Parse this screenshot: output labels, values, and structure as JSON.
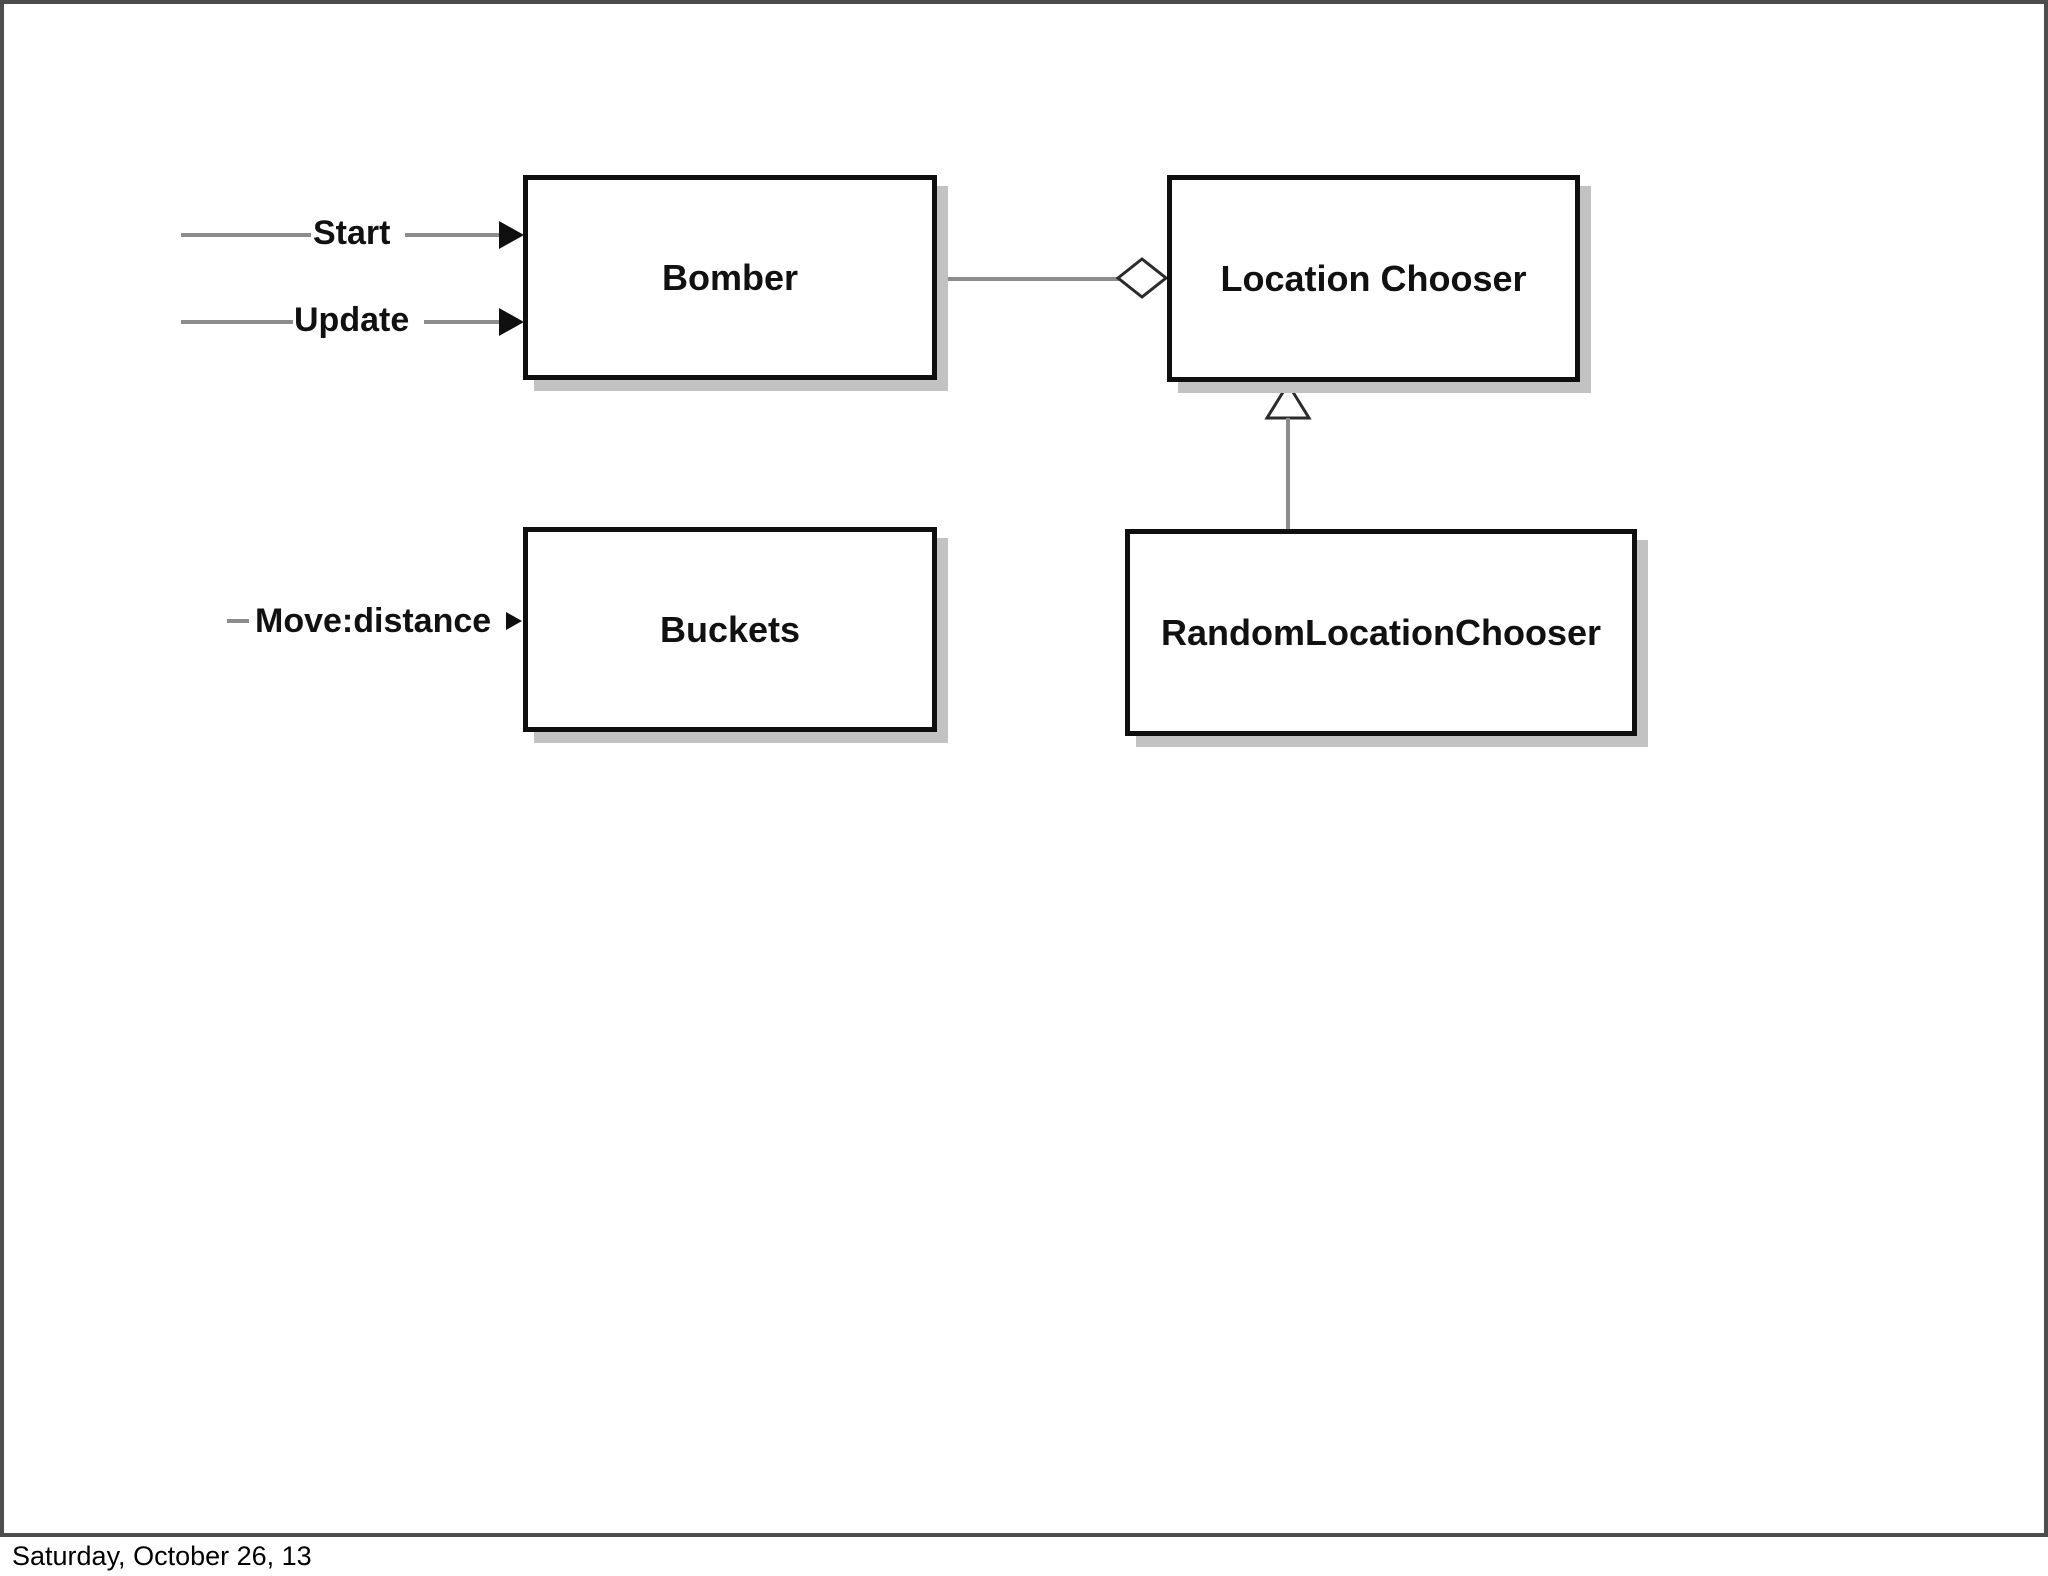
{
  "page": {
    "background_color": "#ffffff",
    "frame_border_color": "#4d4d4d"
  },
  "diagram": {
    "nodes": [
      {
        "id": "bomber",
        "label": "Bomber"
      },
      {
        "id": "location-chooser",
        "label": "Location Chooser"
      },
      {
        "id": "buckets",
        "label": "Buckets"
      },
      {
        "id": "random-location-chooser",
        "label": "RandomLocationChooser"
      }
    ],
    "edges": {
      "start_label": "Start",
      "update_label": "Update",
      "move_label": "Move:distance",
      "aggregation": "Bomber - LocationChooser (hollow diamond)",
      "inheritance": "RandomLocationChooser - LocationChooser (hollow triangle)"
    },
    "colors": {
      "box_border": "#0f0f0f",
      "box_shadow": "#c2c2c2",
      "connector_line": "#8c8c8c",
      "arrowhead": "#0f0f0f"
    }
  },
  "footer": {
    "date_text": "Saturday, October 26, 13"
  }
}
